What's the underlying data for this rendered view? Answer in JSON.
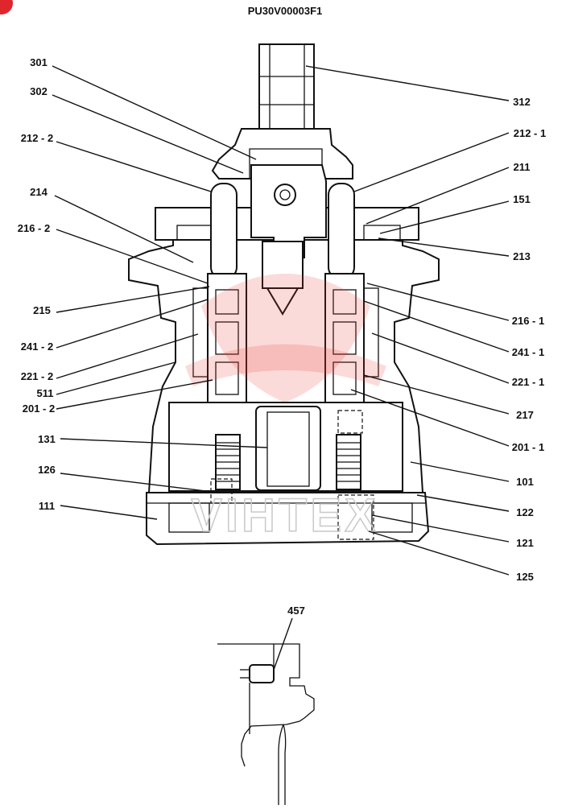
{
  "header": {
    "code": "PU30V00003F1"
  },
  "watermark": {
    "text": "VIHTEX",
    "color": "#e9382f"
  },
  "corner_badge": {
    "color": "#e0262d"
  },
  "callouts": {
    "c301": "301",
    "c302": "302",
    "c312": "312",
    "c212_2": "212 - 2",
    "c212_1": "212 - 1",
    "c211": "211",
    "c214": "214",
    "c151": "151",
    "c216_2": "216 - 2",
    "c213": "213",
    "c215": "215",
    "c216_1": "216 - 1",
    "c241_2": "241 - 2",
    "c241_1": "241 - 1",
    "c221_2": "221 - 2",
    "c221_1": "221 - 1",
    "c511": "511",
    "c217": "217",
    "c201_2": "201 - 2",
    "c201_1": "201 - 1",
    "c131": "131",
    "c101": "101",
    "c126": "126",
    "c122": "122",
    "c111": "111",
    "c121": "121",
    "c125": "125",
    "c457": "457"
  }
}
